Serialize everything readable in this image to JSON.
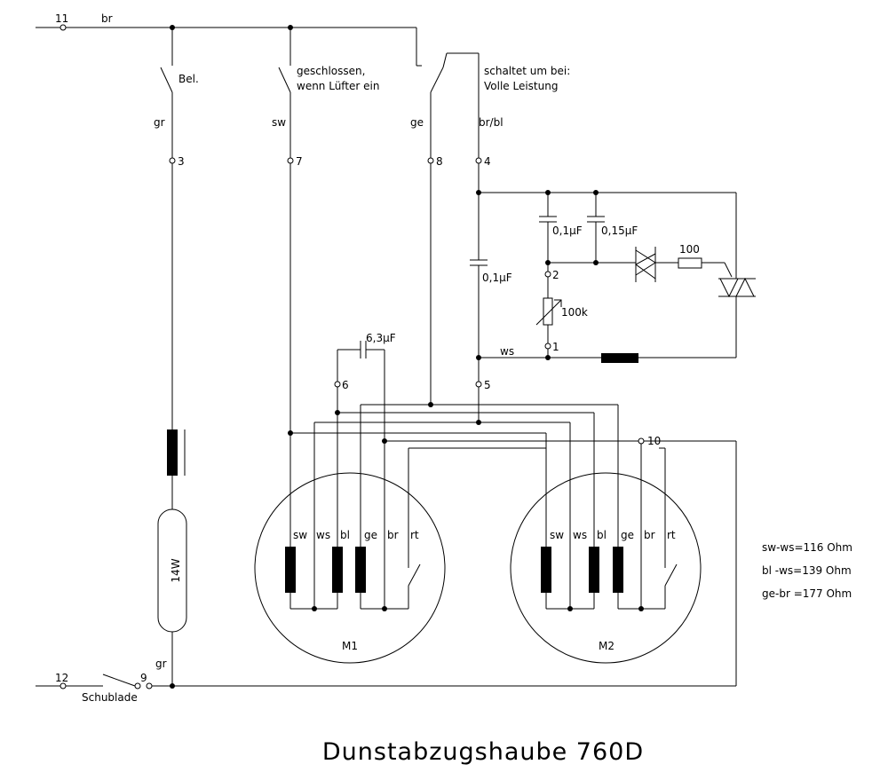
{
  "title": "Dunstabzugshaube 760D",
  "terminals": {
    "t11": "11",
    "t12": "12",
    "t3": "3",
    "t7": "7",
    "t8": "8",
    "t4": "4",
    "t2": "2",
    "t1": "1",
    "t6": "6",
    "t5": "5",
    "t10": "10",
    "t9": "9"
  },
  "wires": {
    "br_top": "br",
    "gr_top": "gr",
    "sw": "sw",
    "ge": "ge",
    "br_bl": "br/bl",
    "ws": "ws",
    "gr_bottom": "gr"
  },
  "switches": {
    "light": "Bel.",
    "fan_line1": "geschlossen,",
    "fan_line2": "wenn Lüfter ein",
    "speed_line1": "schaltet um bei:",
    "speed_line2": "Volle Leistung",
    "drawer": "Schublade"
  },
  "components": {
    "c1": "0,1µF",
    "c2": "0,15µF",
    "c3": "0,1µF",
    "c4": "6,3µF",
    "resistor": "100",
    "pot": "100k",
    "lamp": "14W"
  },
  "motors": [
    {
      "name": "M1",
      "pins": [
        "sw",
        "ws",
        "bl",
        "ge",
        "br",
        "rt"
      ]
    },
    {
      "name": "M2",
      "pins": [
        "sw",
        "ws",
        "bl",
        "ge",
        "br",
        "rt"
      ]
    }
  ],
  "resistances": [
    "sw-ws=116 Ohm",
    "bl -ws=139 Ohm",
    "ge-br =177 Ohm"
  ]
}
